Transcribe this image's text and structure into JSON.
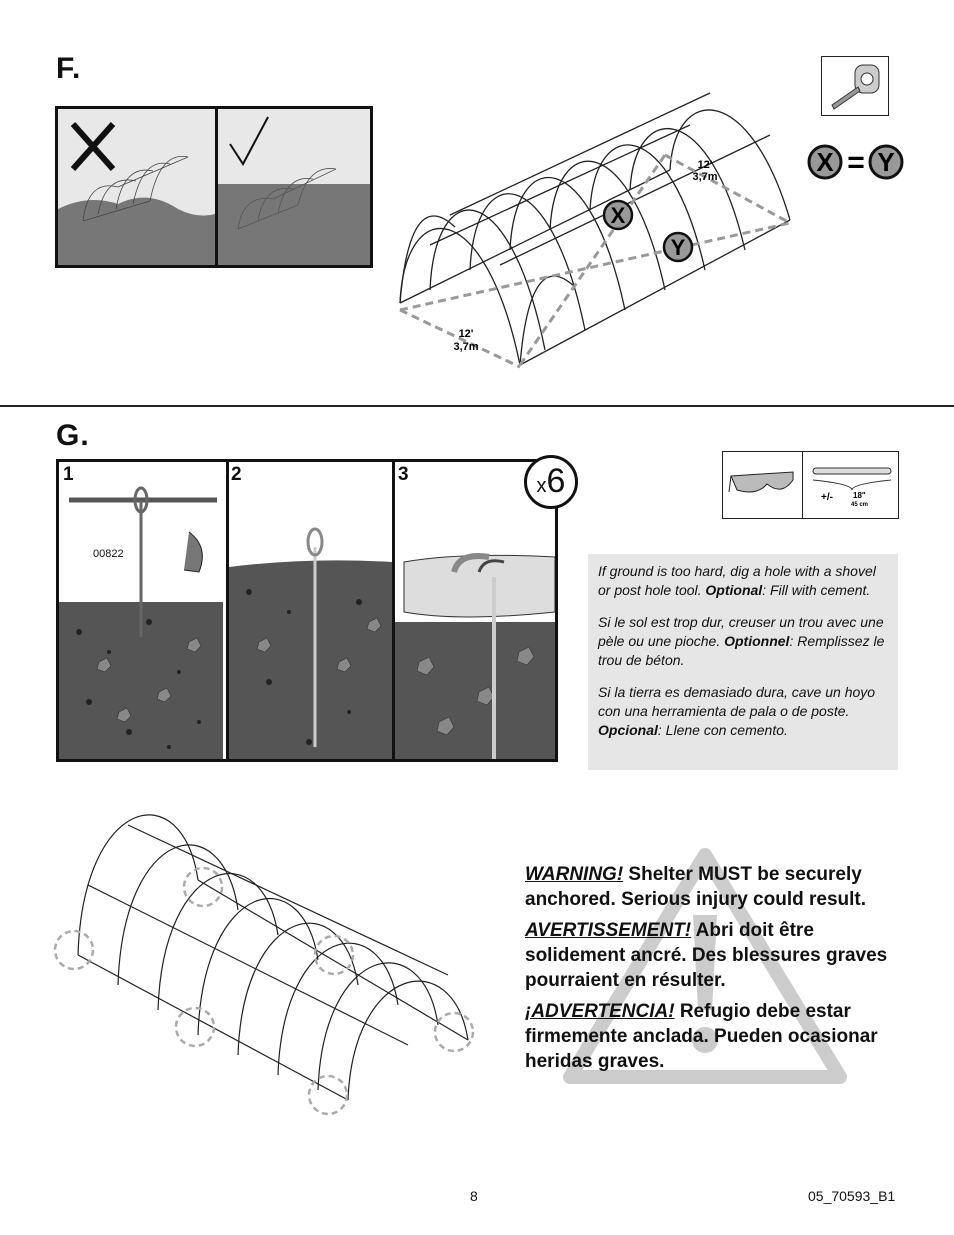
{
  "section_f": {
    "letter": "F.",
    "dimension_front": {
      "ft": "12'",
      "m": "3,7m"
    },
    "dimension_back": {
      "ft": "12'",
      "m": "3,7m"
    },
    "diagonal_x": "X",
    "diagonal_y": "Y",
    "equation": {
      "left": "X",
      "sign": "=",
      "right": "Y"
    }
  },
  "section_g": {
    "letter": "G.",
    "steps": [
      "1",
      "2",
      "3"
    ],
    "multiplier": {
      "prefix": "x",
      "count": "6"
    },
    "part_number": "00822",
    "tool_size": {
      "plusminus": "+/-",
      "inches": "18\"",
      "cm": "45 cm"
    },
    "note": {
      "en_text": "If ground is too hard, dig a hole with a shovel or post hole tool. ",
      "en_label": "Optional",
      "en_tail": ": Fill with cement.",
      "fr_text": "Si le sol est trop dur, creuser un trou avec une pèle ou une pioche. ",
      "fr_label": "Optionnel",
      "fr_tail": ": Remplissez le trou de béton.",
      "es_text": "Si la tierra es demasiado dura, cave un hoyo con una herramienta de pala o de poste. ",
      "es_label": "Opcional",
      "es_tail": ": Llene con cemento."
    },
    "warning": {
      "en_lead": "WARNING!",
      "en_text": " Shelter MUST be securely anchored.  Serious injury could result.",
      "fr_lead": "AVERTISSEMENT!",
      "fr_text": " Abri doit être solidement ancré. Des blessures graves pourraient en résulter.",
      "es_lead": "¡ADVERTENCIA!",
      "es_text": " Refugio debe estar firmemente anclada. Pueden ocasionar heridas graves."
    }
  },
  "footer": {
    "page_number": "8",
    "doc_code": "05_70593_B1"
  }
}
